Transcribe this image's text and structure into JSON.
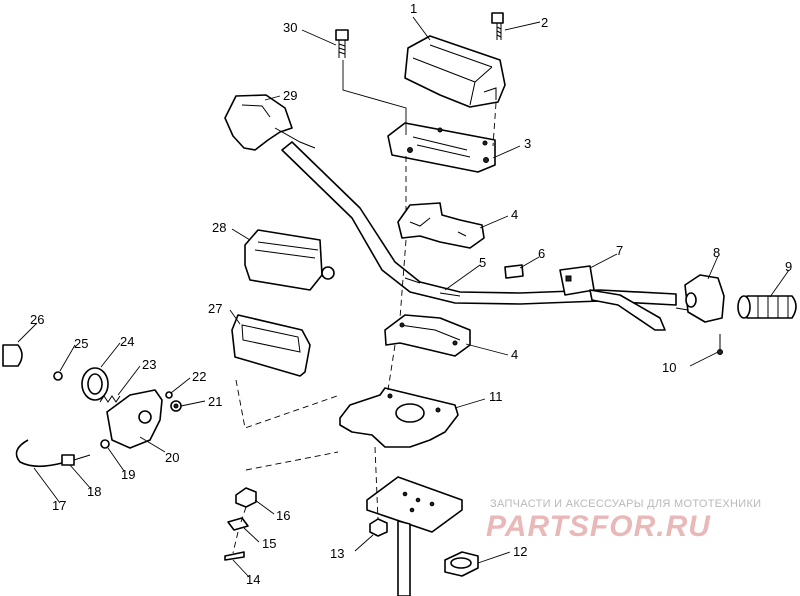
{
  "callouts": {
    "c1": "1",
    "c2": "2",
    "c3": "3",
    "c4a": "4",
    "c4b": "4",
    "c5": "5",
    "c6": "6",
    "c7": "7",
    "c8": "8",
    "c9": "9",
    "c10": "10",
    "c11": "11",
    "c12": "12",
    "c13": "13",
    "c14": "14",
    "c15": "15",
    "c16": "16",
    "c17": "17",
    "c18": "18",
    "c19": "19",
    "c20": "20",
    "c21": "21",
    "c22": "22",
    "c23": "23",
    "c24": "24",
    "c25": "25",
    "c26": "26",
    "c27": "27",
    "c28": "28",
    "c29": "29",
    "c30": "30"
  },
  "watermark": {
    "tagline": "ЗАПЧАСТИ И АКСЕССУАРЫ ДЛЯ МОТОТЕХНИКИ",
    "logo": "PARTSFOR.RU"
  }
}
